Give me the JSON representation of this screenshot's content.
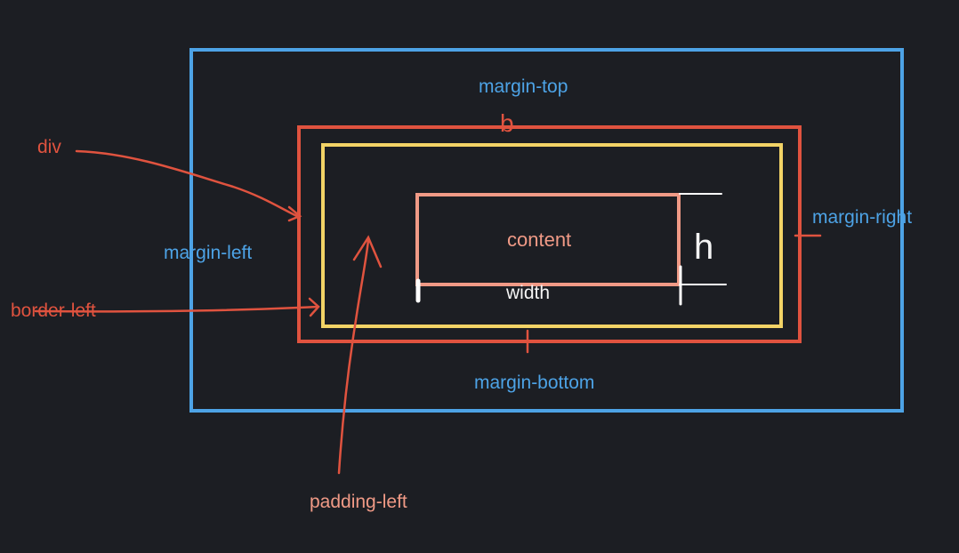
{
  "labels": {
    "margin_top": "margin-top",
    "margin_left": "margin-left",
    "margin_right": "margin-right",
    "margin_bottom": "margin-bottom",
    "div": "div",
    "border_left": "border-left",
    "padding_left": "padding-left",
    "content": "content",
    "width": "width",
    "height_mark": "h",
    "top_mark": "b"
  },
  "colors": {
    "background": "#1c1e23",
    "margin": "#4da3e6",
    "border": "#e0533f",
    "padding": "#f2d366",
    "content": "#f09a86",
    "annotation": "#ffffff"
  }
}
